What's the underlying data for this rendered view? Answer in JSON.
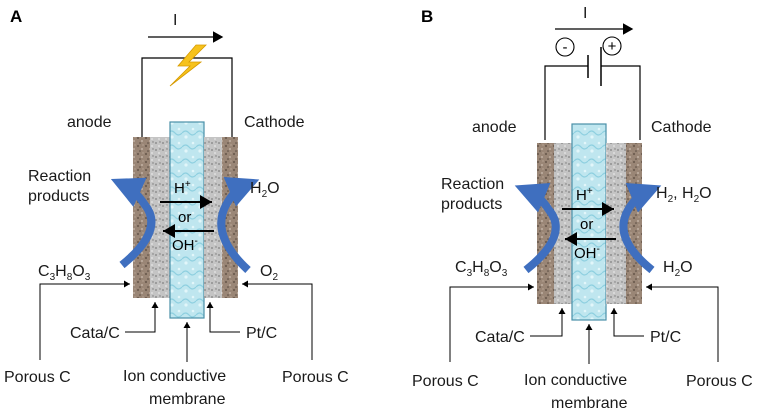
{
  "panels": [
    {
      "letter": "A",
      "current": "I",
      "anode": "anode",
      "cathode": "Cathode",
      "reaction_products": [
        "Reaction",
        "products"
      ],
      "anode_input": {
        "a": "C",
        "b": "3",
        "c": "H",
        "d": "8",
        "e": "O",
        "f": "3"
      },
      "cathode_output": {
        "a": "H",
        "b": "2",
        "c": "O"
      },
      "cathode_input": {
        "a": "O",
        "b": "2"
      },
      "hplus": {
        "base": "H",
        "sup": "+"
      },
      "or": "or",
      "ohminus": {
        "base": "OH",
        "sup": "-"
      },
      "cata_c": "Cata/C",
      "pt_c": "Pt/C",
      "porous_left": "Porous C",
      "porous_right": "Porous C",
      "membrane": [
        "Ion conductive",
        "membrane"
      ]
    },
    {
      "letter": "B",
      "current": "I",
      "minus": "-",
      "plus": "+",
      "anode": "anode",
      "cathode": "Cathode",
      "reaction_products": [
        "Reaction",
        "products"
      ],
      "anode_input": {
        "a": "C",
        "b": "3",
        "c": "H",
        "d": "8",
        "e": "O",
        "f": "3"
      },
      "cathode_output": {
        "a": "H",
        "b": "2",
        "c": ", H",
        "d": "2",
        "e": "O"
      },
      "cathode_input": {
        "a": "H",
        "b": "2",
        "c": "O"
      },
      "hplus": {
        "base": "H",
        "sup": "+"
      },
      "or": "or",
      "ohminus": {
        "base": "OH",
        "sup": "-"
      },
      "cata_c": "Cata/C",
      "pt_c": "Pt/C",
      "porous_left": "Porous C",
      "porous_right": "Porous C",
      "membrane": [
        "Ion conductive",
        "membrane"
      ]
    }
  ],
  "colors": {
    "electrode": "#9a8676",
    "catalyst": "#bdbdbd",
    "membrane": "#b8e3ec",
    "membrane_edge": "#4a90a8",
    "arrow_blue": "#3f6fbf",
    "lightning": "#f6c21c"
  }
}
